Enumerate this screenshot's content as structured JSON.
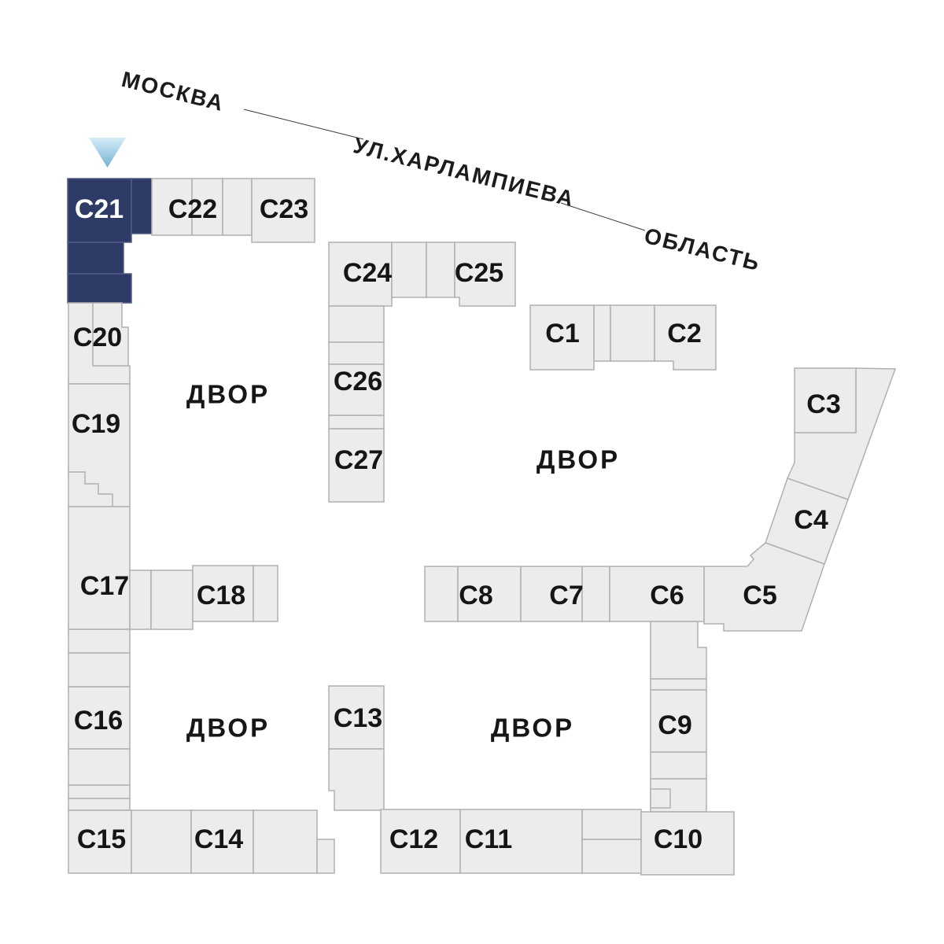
{
  "plan": {
    "directions": {
      "city": "МОСКВА",
      "region": "ОБЛАСТЬ"
    },
    "street": {
      "name": "УЛ.ХАРЛАМПИЕВА"
    },
    "selected_building": "C21",
    "courtyards": [
      {
        "label": "ДВОР"
      },
      {
        "label": "ДВОР"
      },
      {
        "label": "ДВОР"
      },
      {
        "label": "ДВОР"
      }
    ],
    "buildings": {
      "c1": {
        "label": "C1"
      },
      "c2": {
        "label": "C2"
      },
      "c3": {
        "label": "C3"
      },
      "c4": {
        "label": "C4"
      },
      "c5": {
        "label": "C5"
      },
      "c6": {
        "label": "C6"
      },
      "c7": {
        "label": "C7"
      },
      "c8": {
        "label": "C8"
      },
      "c9": {
        "label": "C9"
      },
      "c10": {
        "label": "C10"
      },
      "c11": {
        "label": "C11"
      },
      "c12": {
        "label": "C12"
      },
      "c13": {
        "label": "C13"
      },
      "c14": {
        "label": "C14"
      },
      "c15": {
        "label": "C15"
      },
      "c16": {
        "label": "C16"
      },
      "c17": {
        "label": "C17"
      },
      "c18": {
        "label": "C18"
      },
      "c19": {
        "label": "C19"
      },
      "c20": {
        "label": "C20"
      },
      "c21": {
        "label": "C21"
      },
      "c22": {
        "label": "C22"
      },
      "c23": {
        "label": "C23"
      },
      "c24": {
        "label": "C24"
      },
      "c25": {
        "label": "C25"
      },
      "c26": {
        "label": "C26"
      },
      "c27": {
        "label": "C27"
      }
    }
  },
  "colors": {
    "background": "#ffffff",
    "building_fill": "#ececec",
    "building_stroke": "#b0b0b0",
    "highlight_fill": "#2d3b66",
    "highlight_stroke": "#505c85",
    "label_text": "#151515",
    "highlight_label_text": "#ffffff",
    "arrow_top": "#d5ecf7",
    "arrow_bottom": "#74b1d5"
  }
}
